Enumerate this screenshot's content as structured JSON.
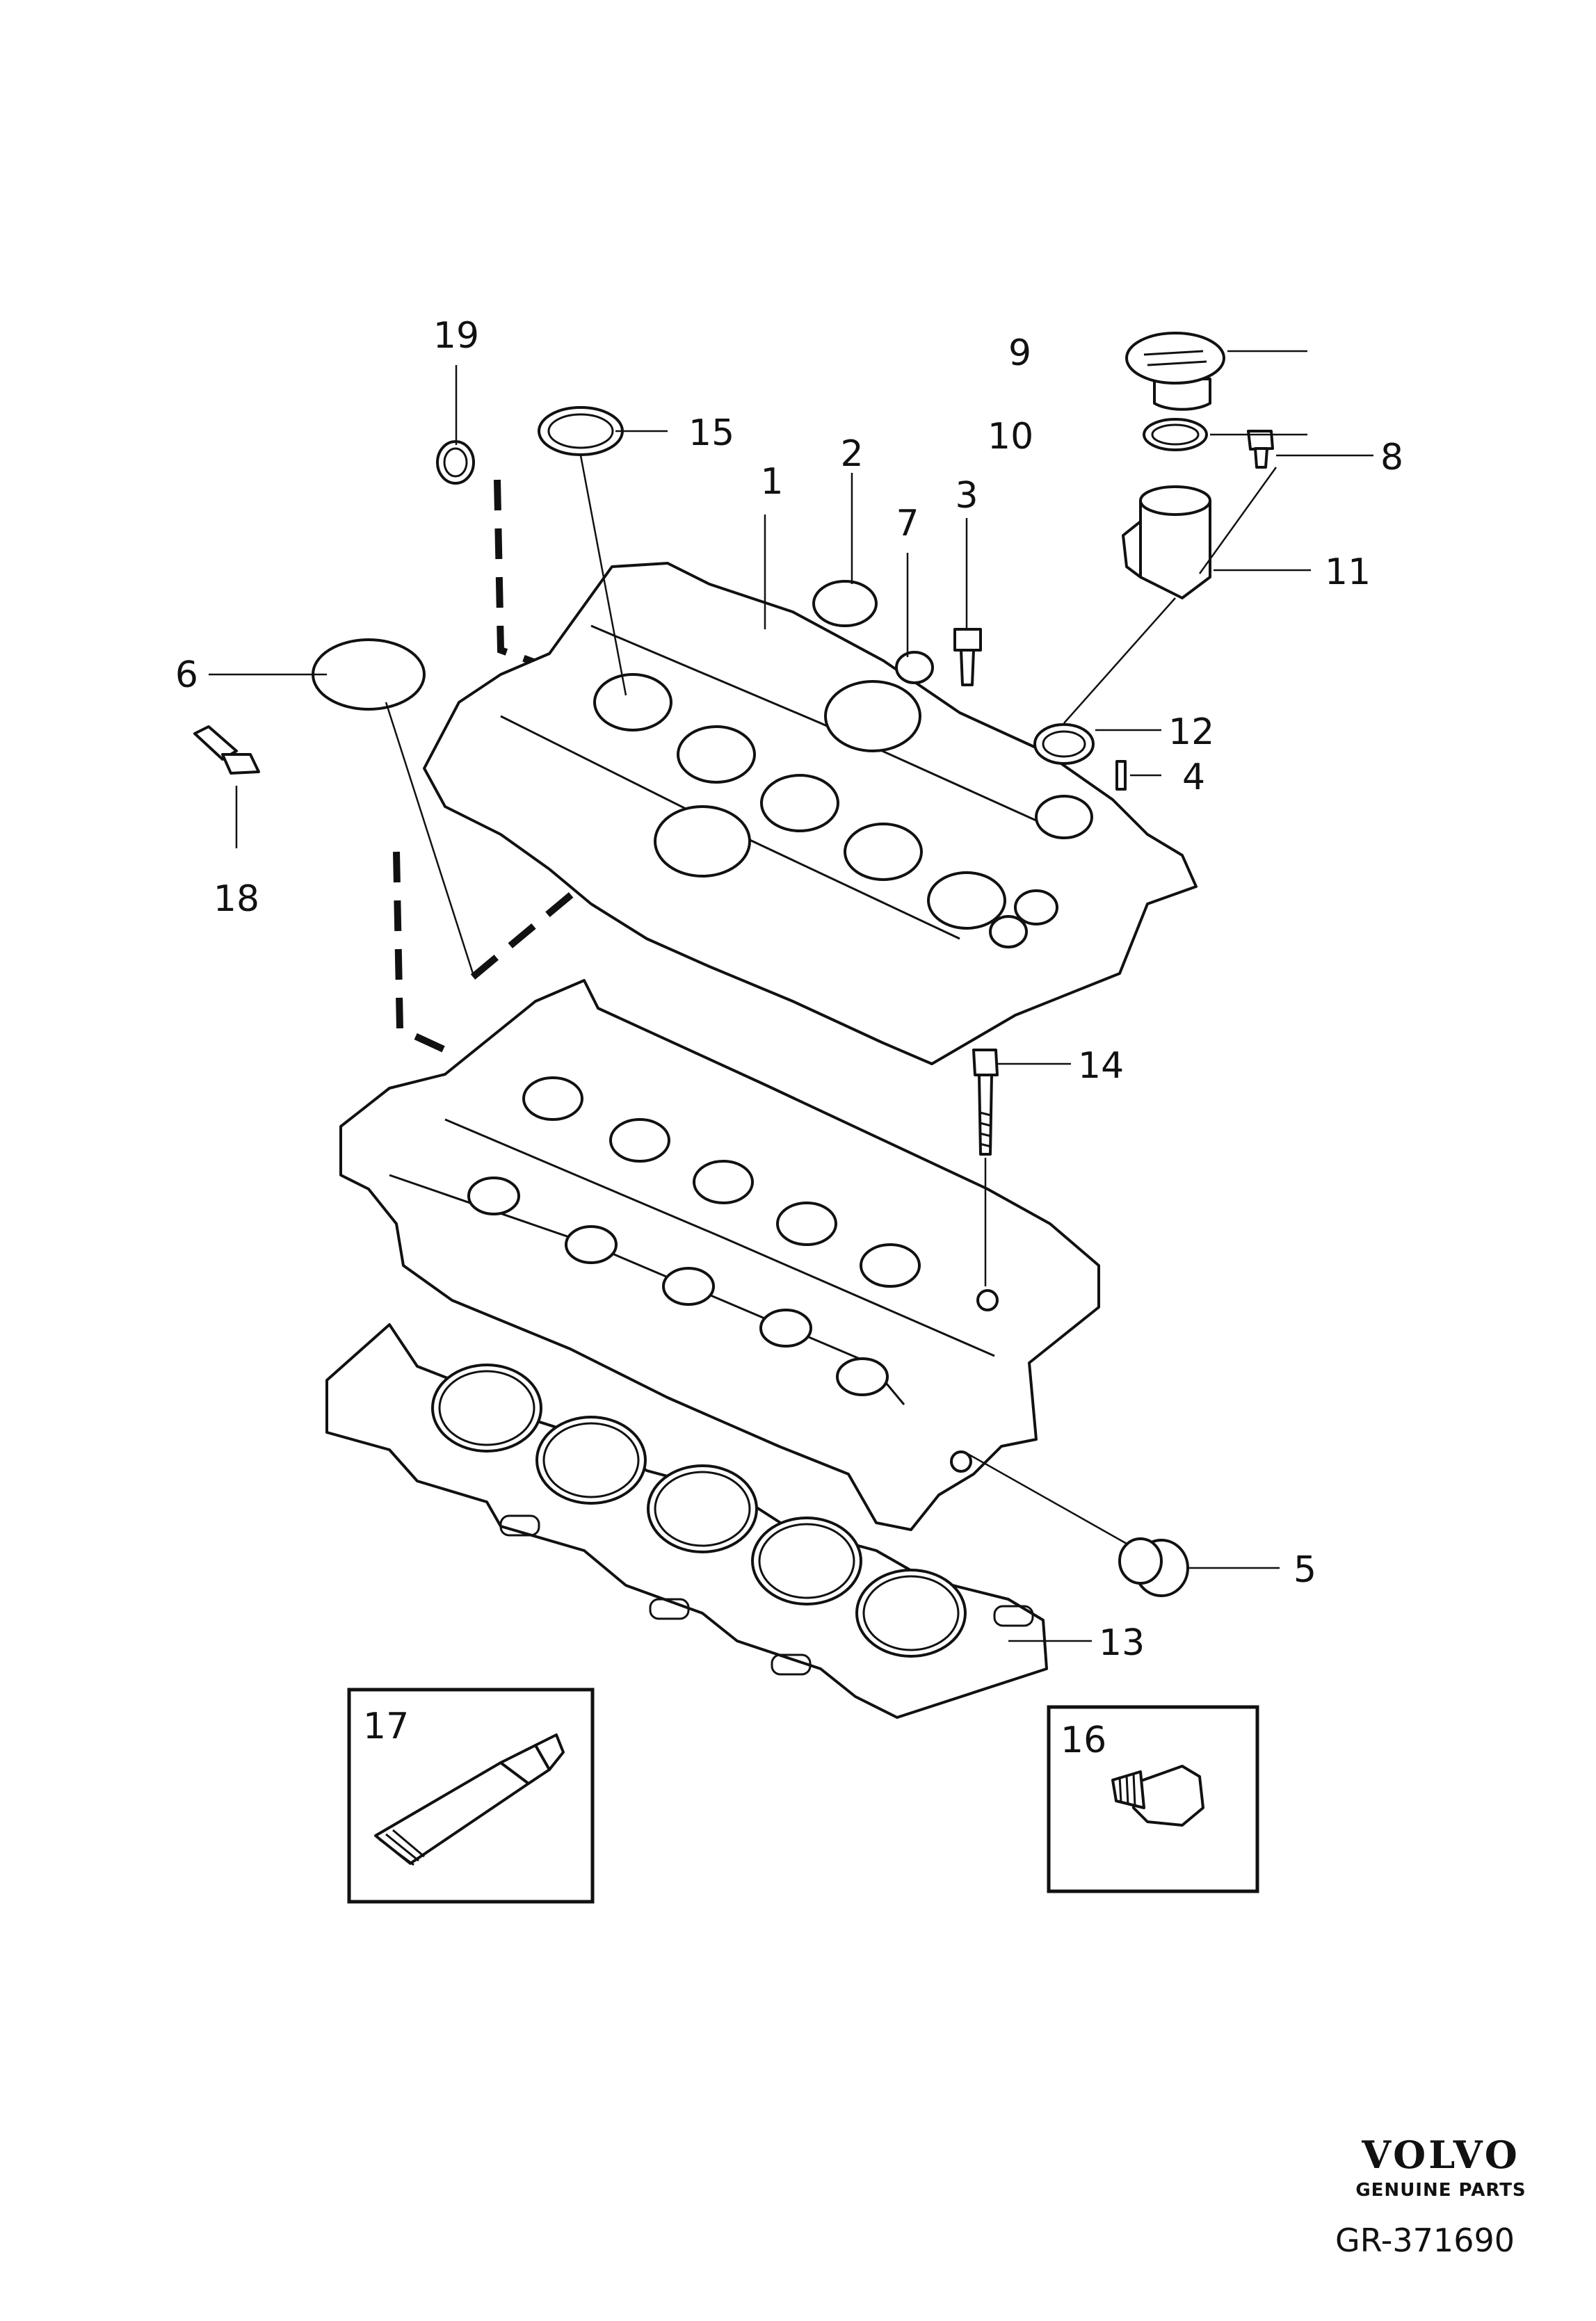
{
  "callouts": {
    "c1": "1",
    "c2": "2",
    "c3": "3",
    "c4": "4",
    "c5": "5",
    "c6": "6",
    "c7": "7",
    "c8": "8",
    "c9": "9",
    "c10": "10",
    "c11": "11",
    "c12": "12",
    "c13": "13",
    "c14": "14",
    "c15": "15",
    "c16": "16",
    "c17": "17",
    "c18": "18",
    "c19": "19"
  },
  "brand": {
    "name": "VOLVO",
    "tagline": "GENUINE PARTS"
  },
  "figure_code": "GR-371690"
}
